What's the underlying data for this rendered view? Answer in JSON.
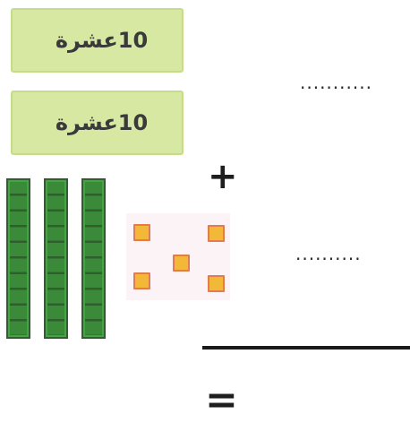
{
  "cards": [
    {
      "number": "10",
      "word": "عشرة"
    },
    {
      "number": "10",
      "word": "عشرة"
    }
  ],
  "blocks": {
    "rods": 3,
    "units": 5,
    "colors": {
      "rod": "#3b8a3a",
      "card": "#d7e8a3",
      "unit": "#f4b838",
      "unit_border": "#e27b51"
    }
  },
  "blanks": {
    "first": "...........",
    "second": ".........."
  },
  "operators": {
    "plus": "+",
    "equals": "="
  }
}
